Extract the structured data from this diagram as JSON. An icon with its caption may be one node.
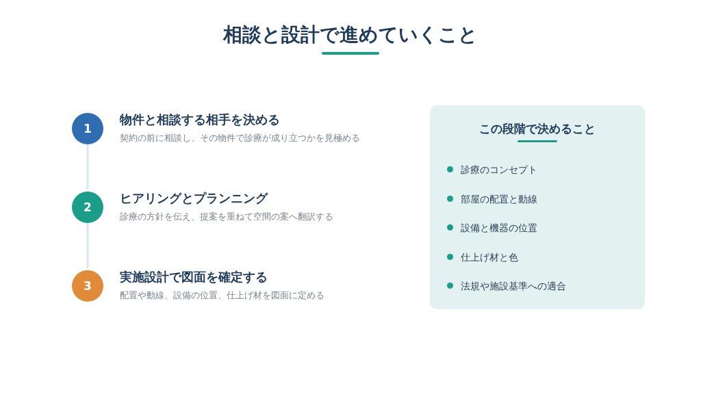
{
  "diagram": {
    "title": "相談と設計で進めていくこと",
    "nodes": [
      {
        "text": [
          "1"
        ],
        "beside": [
          "物件と相談する相手を決める",
          "契約の前に相談し、その物件で診療が成り立つかを見極める"
        ]
      },
      {
        "text": [
          "2"
        ],
        "beside": [
          "ヒアリングとプランニング",
          "診療の方針を伝え、提案を重ねて空間の案へ翻訳する"
        ]
      },
      {
        "text": [
          "3"
        ],
        "beside": [
          "実施設計で図面を確定する",
          "配置や動線、設備の位置、仕上げ材を図面に定める"
        ]
      },
      {
        "text": [
          "この段階で決めること",
          "診療のコンセプト",
          "部屋の配置と動線",
          "設備と機器の位置",
          "仕上げ材と色",
          "法規や施設基準への適合"
        ]
      }
    ],
    "edges": [
      {
        "from": 0,
        "to": 1,
        "arrow": "none"
      },
      {
        "from": 1,
        "to": 2,
        "arrow": "none"
      }
    ]
  }
}
